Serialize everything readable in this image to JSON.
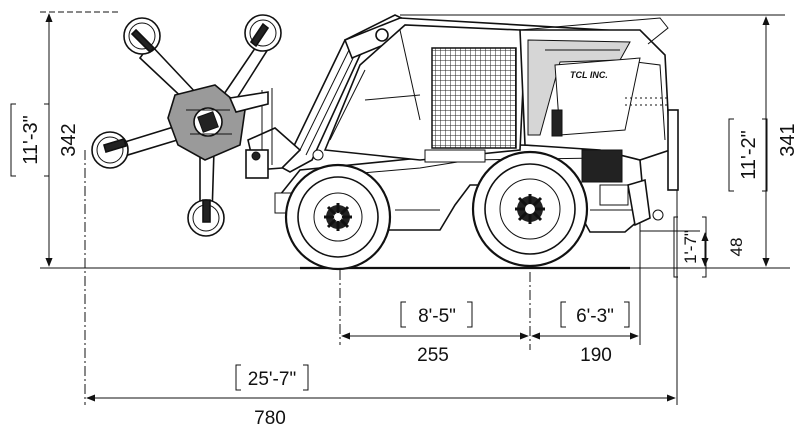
{
  "dimensions": {
    "overall_height": {
      "metric": "342",
      "imperial": "11'-3\""
    },
    "cab_height": {
      "metric": "341",
      "imperial": "11'-2\""
    },
    "ground_clearance": {
      "metric": "48",
      "imperial": "1'-7\""
    },
    "front_overhang": {
      "metric": "255",
      "imperial": "8'-5\""
    },
    "wheelbase": {
      "metric": "190",
      "imperial": "6'-3\""
    },
    "overall_length": {
      "metric": "780",
      "imperial": "25'-7\""
    }
  },
  "machine": {
    "badge_text": "TCL INC."
  },
  "colors": {
    "line": "#111111",
    "background": "#ffffff",
    "shade": "#d6d6d6"
  }
}
